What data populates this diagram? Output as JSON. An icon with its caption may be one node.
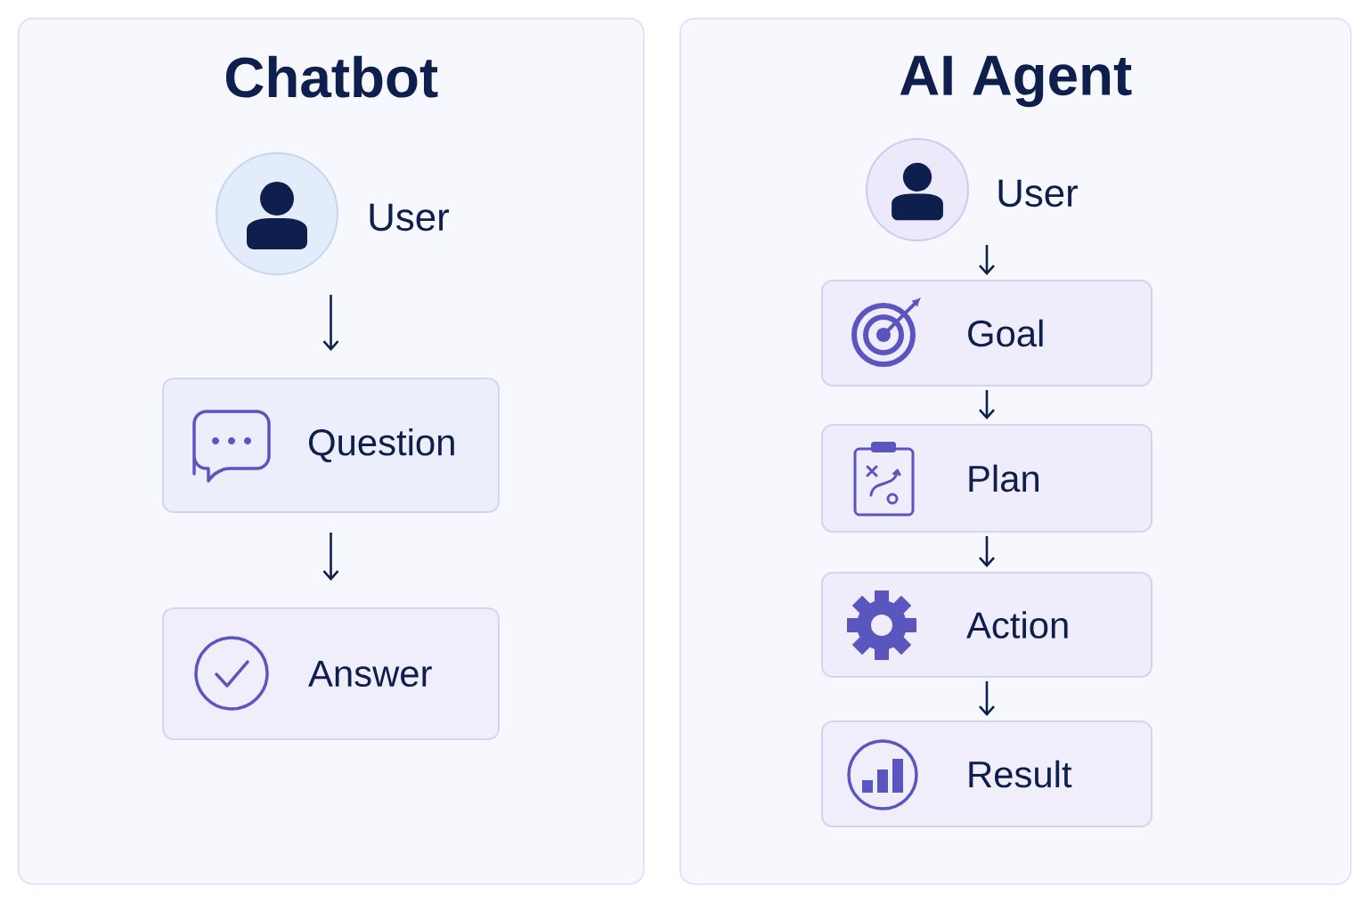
{
  "diagram": {
    "nodes": [
      {
        "text": [
          "Chatbot"
        ]
      },
      {
        "text": [],
        "shape": "circle",
        "beside": [
          "User"
        ],
        "in": 0
      },
      {
        "text": [
          "Question"
        ],
        "in": 0
      },
      {
        "text": [
          "Answer"
        ],
        "in": 0
      },
      {
        "text": [
          "AI Agent"
        ]
      },
      {
        "text": [],
        "shape": "circle",
        "beside": [
          "User"
        ],
        "in": 4
      },
      {
        "text": [
          "Goal"
        ],
        "in": 4
      },
      {
        "text": [
          "Plan"
        ],
        "in": 4
      },
      {
        "text": [
          "Action"
        ],
        "in": 4
      },
      {
        "text": [
          "Result"
        ],
        "in": 4
      }
    ],
    "edges": [
      {
        "from": 1,
        "to": 2,
        "arrow": "to"
      },
      {
        "from": 2,
        "to": 3,
        "arrow": "to"
      },
      {
        "from": 5,
        "to": 6,
        "arrow": "to"
      },
      {
        "from": 6,
        "to": 7,
        "arrow": "to"
      },
      {
        "from": 7,
        "to": 8,
        "arrow": "to"
      },
      {
        "from": 8,
        "to": 9,
        "arrow": "to"
      }
    ]
  }
}
